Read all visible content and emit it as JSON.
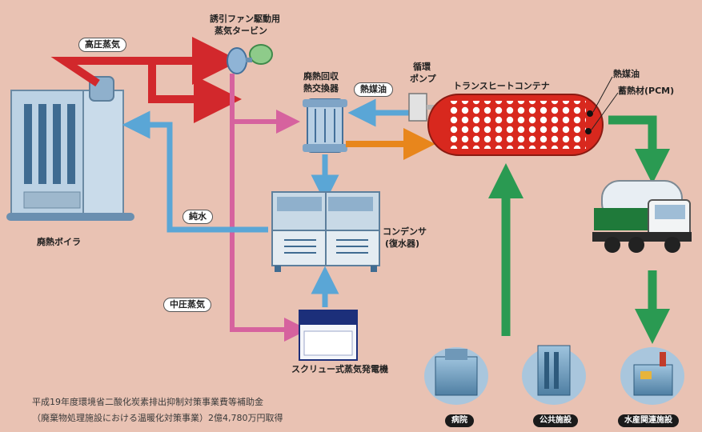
{
  "labels": {
    "turbine": [
      "誘引ファン駆動用",
      "蒸気タービン"
    ],
    "high_pressure_steam": "高圧蒸気",
    "heat_exchanger": [
      "廃熱回収",
      "熱交換器"
    ],
    "heat_medium_oil_pill": "熱媒油",
    "circulation_pump": [
      "循環",
      "ポンプ"
    ],
    "container": "トランスヒートコンテナ",
    "heat_oil_legend": "熱媒油",
    "pcm_legend": "蓄熱材(PCM)",
    "pure_water": "純水",
    "condenser": [
      "コンデンサ",
      "(復水器)"
    ],
    "boiler": "廃熱ボイラ",
    "medium_pressure_steam": "中圧蒸気",
    "generator": "スクリュー式蒸気発電機",
    "facilities": [
      "病院",
      "公共施設",
      "水産関連施設"
    ]
  },
  "footer": [
    "平成19年度環境省二酸化炭素排出抑制対策事業費等補助金",
    "（廃棄物処理施設における温暖化対策事業）2億4,780万円取得"
  ],
  "colors": {
    "background": "#e9c2b3",
    "high_pressure": "#d2282c",
    "medium_pressure": "#d6629e",
    "water": "#5aa6d6",
    "hot_oil": "#e8861c",
    "transport": "#2a9a52"
  }
}
